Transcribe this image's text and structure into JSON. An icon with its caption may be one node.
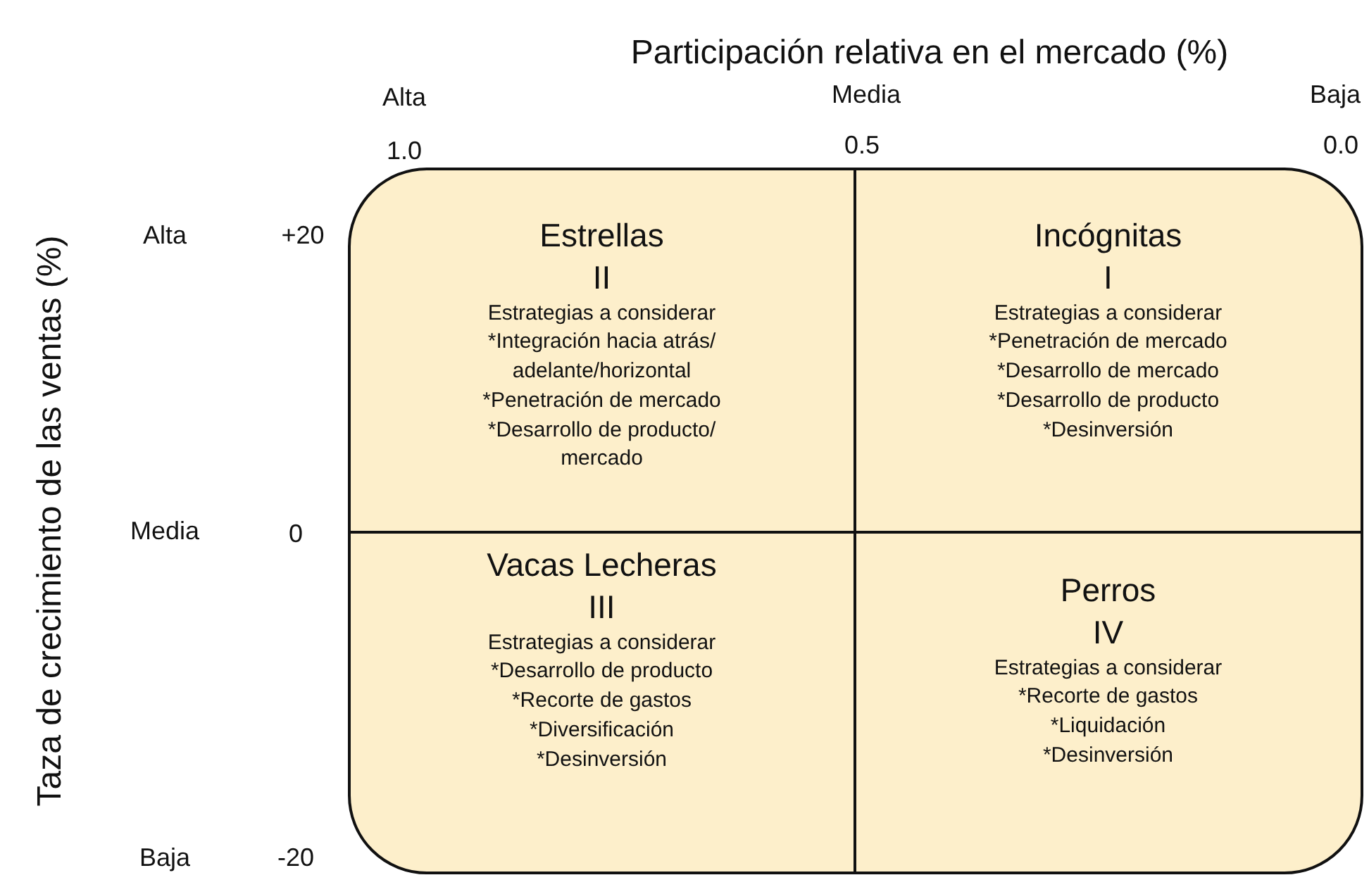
{
  "diagram": {
    "nodes": [
      {
        "text": [
          "Estrellas",
          "II",
          "Estrategias a considerar",
          "*Integración hacia atrás/ adelante/horizontal",
          "*Penetración de mercado",
          "*Desarrollo de producto/ mercado"
        ]
      },
      {
        "text": [
          "Incógnitas",
          "I",
          "Estrategias a considerar",
          "*Penetración de mercado",
          "*Desarrollo de mercado",
          "*Desarrollo de producto",
          "*Desinversión"
        ]
      },
      {
        "text": [
          "Vacas Lecheras",
          "III",
          "Estrategias a considerar",
          "*Desarrollo de producto",
          "*Recorte de gastos",
          "*Diversificación",
          "*Desinversión"
        ]
      },
      {
        "text": [
          "Perros",
          "IV",
          "Estrategias a considerar",
          "*Recorte de gastos",
          "*Liquidación",
          "*Desinversión"
        ]
      }
    ],
    "labels": [
      "Participación relativa en el mercado (%)",
      "Alta",
      "Media",
      "Baja",
      "1.0",
      "0.5",
      "0.0",
      "Taza de crecimiento de las ventas (%)",
      "Alta",
      "+20",
      "Media",
      "0",
      "Baja",
      "-20"
    ]
  }
}
